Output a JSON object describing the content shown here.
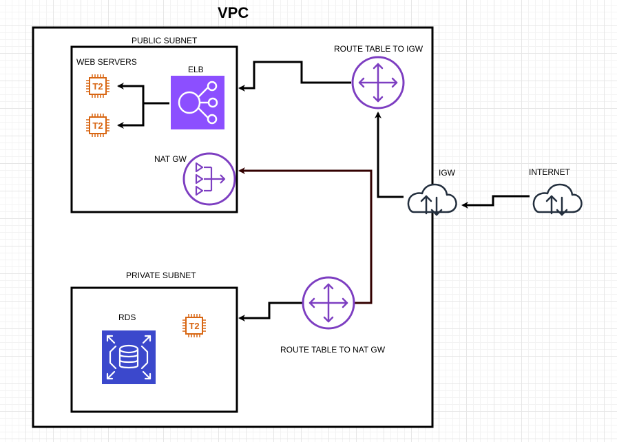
{
  "vpc": {
    "label": "VPC"
  },
  "public_subnet": {
    "label": "PUBLIC SUBNET"
  },
  "private_subnet": {
    "label": "PRIVATE SUBNET"
  },
  "web_servers": {
    "label": "WEB SERVERS",
    "instance_label": "T2"
  },
  "elb": {
    "label": "ELB"
  },
  "nat_gw": {
    "label": "NAT GW"
  },
  "route_table_igw": {
    "label": "ROUTE TABLE TO IGW"
  },
  "route_table_nat": {
    "label": "ROUTE TABLE TO NAT GW"
  },
  "igw": {
    "label": "IGW"
  },
  "internet": {
    "label": "INTERNET"
  },
  "rds": {
    "label": "RDS",
    "instance_label": "T2"
  },
  "colors": {
    "ec2": "#D86613",
    "elb": "#8C4FFF",
    "router": "#7D3EC1",
    "rds": "#3B48CC",
    "nat_line": "#330000",
    "cloud": "#232F3E"
  },
  "icons": {
    "ec2": "chip-icon",
    "elb": "load-balancer-icon",
    "nat": "nat-gateway-icon",
    "router": "router-icon",
    "cloud": "cloud-up-down-icon",
    "rds": "database-icon"
  }
}
